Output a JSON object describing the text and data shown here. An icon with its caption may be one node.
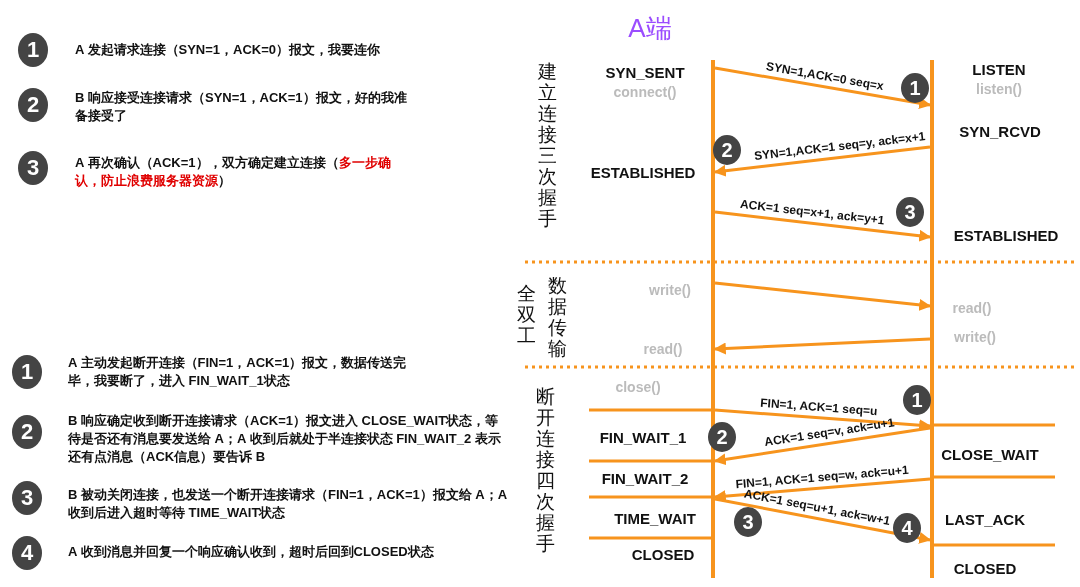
{
  "diagram": {
    "title": "A端",
    "nodes": [
      {
        "text": [],
        "shape": "bar"
      },
      {
        "text": [],
        "shape": "bar"
      }
    ],
    "edges": [
      {
        "from": 0,
        "to": 1,
        "arrow": "to",
        "label": "SYN=1,ACK=0 seq=x"
      },
      {
        "from": 1,
        "to": 0,
        "arrow": "to",
        "label": "SYN=1,ACK=1 seq=y, ack=x+1"
      },
      {
        "from": 0,
        "to": 1,
        "arrow": "to",
        "label": "ACK=1 seq=x+1, ack=y+1"
      },
      {
        "from": 0,
        "to": 1,
        "arrow": "to"
      },
      {
        "from": 1,
        "to": 0,
        "arrow": "to"
      },
      {
        "from": 0,
        "to": 1,
        "arrow": "to",
        "label": "FIN=1, ACK=1 seq=u"
      },
      {
        "from": 1,
        "to": 0,
        "arrow": "to",
        "label": "ACK=1 seq=v, ack=u+1"
      },
      {
        "from": 1,
        "to": 0,
        "arrow": "to",
        "label": "FIN=1, ACK=1 seq=w, ack=u+1"
      },
      {
        "from": 0,
        "to": 1,
        "arrow": "to",
        "label": "ACK=1 seq=u+1, ack=w+1"
      }
    ],
    "labels": [
      "1",
      "A 发起请求连接（SYN=1，ACK=0）报文，我要连你",
      "2",
      "B 响应接受连接请求（SYN=1，ACK=1）报文，好的我准备接受了",
      "3",
      "A 再次确认（ACK=1），双方确定建立连接（*多一步确认，防止浪费服务器资源*）",
      "1",
      "A 主动发起断开连接（FIN=1，ACK=1）报文，数据传送完毕，我要断了，进入 FIN_WAIT_1状态",
      "2",
      "B 响应确定收到断开连接请求（ACK=1）报文进入 CLOSE_WAIT状态，等待是否还有消息要发送给 A；A 收到后就处于半连接状态 FIN_WAIT_2 表示还有点消息（ACK信息）要告诉 B",
      "3",
      "B 被动关闭连接，也发送一个断开连接请求（FIN=1，ACK=1）报文给 A；A 收到后进入超时等待 TIME_WAIT状态",
      "4",
      "A 收到消息并回复一个响应确认收到，超时后回到CLOSED状态",
      "建立连接三次握手",
      "SYN_SENT",
      "LISTEN",
      "connect()",
      "1",
      "listen()",
      "SYN_RCVD",
      "2",
      "ESTABLISHED",
      "3",
      "ESTABLISHED",
      "全双工",
      "数据传输",
      "write()",
      "read()",
      "write()",
      "read()",
      "断开连接四次握手",
      "close()",
      "1",
      "FIN_WAIT_1",
      "2",
      "CLOSE_WAIT",
      "FIN_WAIT_2",
      "TIME_WAIT",
      "3",
      "LAST_ACK",
      "4",
      "CLOSED",
      "CLOSED"
    ]
  }
}
